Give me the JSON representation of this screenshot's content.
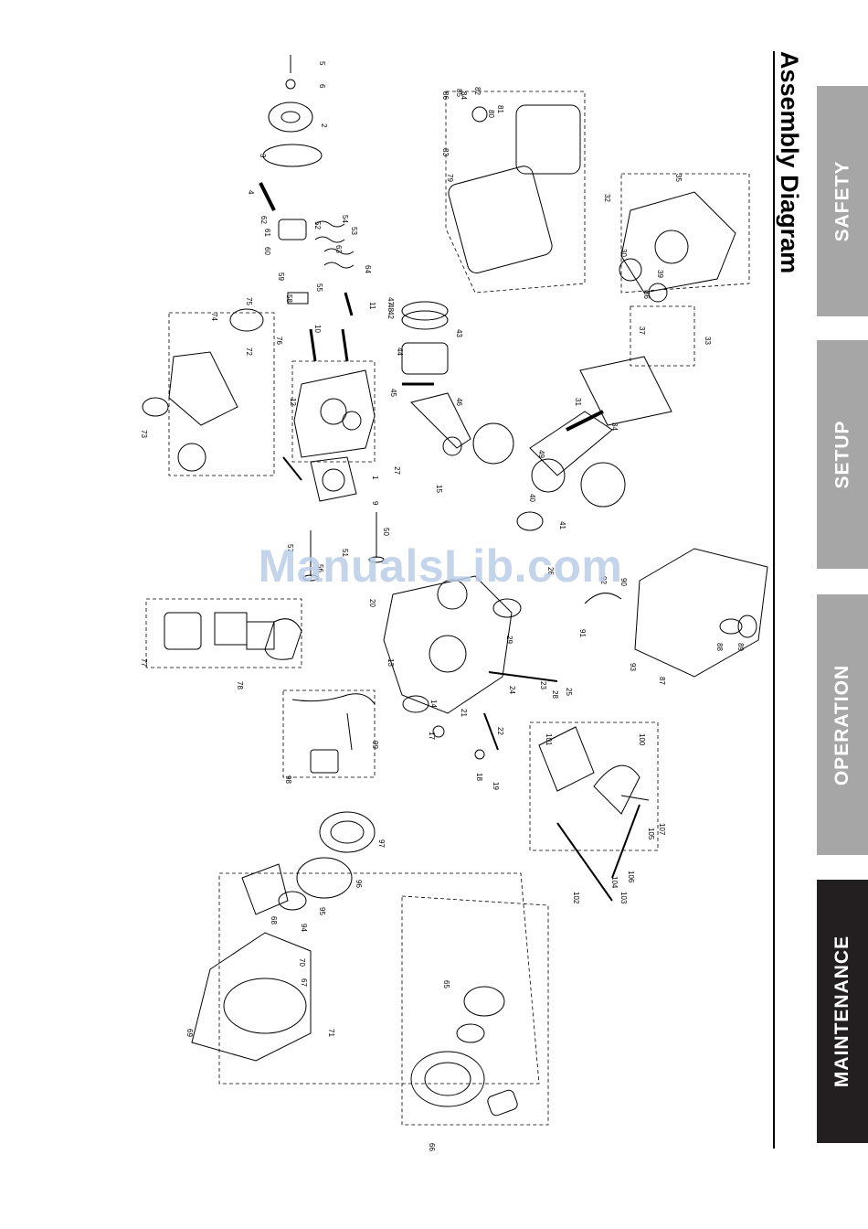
{
  "page": {
    "title": "Assembly Diagram",
    "watermark": "ManualsLib.com"
  },
  "tabs": [
    {
      "label": "SAFETY",
      "active": false
    },
    {
      "label": "SETUP",
      "active": false
    },
    {
      "label": "OPERATION",
      "active": false
    },
    {
      "label": "MAINTENANCE",
      "active": true
    }
  ],
  "colors": {
    "tab_inactive": "#a6a6a6",
    "tab_active": "#231f20",
    "watermark": "#b9cde8"
  },
  "diagram": {
    "part_numbers": [
      "1",
      "2",
      "3",
      "4",
      "5",
      "6",
      "9",
      "10",
      "11",
      "12",
      "13",
      "14",
      "15",
      "17",
      "18",
      "19",
      "20",
      "21",
      "22",
      "23",
      "24",
      "25",
      "26",
      "27",
      "28",
      "29",
      "30",
      "31",
      "32",
      "33",
      "34",
      "35",
      "36",
      "37",
      "39",
      "40",
      "41",
      "42",
      "43",
      "44",
      "45",
      "46",
      "47",
      "48",
      "49",
      "50",
      "51",
      "52",
      "53",
      "54",
      "55",
      "56",
      "57",
      "58",
      "59",
      "60",
      "61",
      "62",
      "63",
      "64",
      "65",
      "66",
      "67",
      "68",
      "69",
      "70",
      "71",
      "72",
      "73",
      "74",
      "75",
      "76",
      "77",
      "78",
      "79",
      "80",
      "81",
      "82",
      "83",
      "84",
      "85",
      "86",
      "87",
      "88",
      "89",
      "90",
      "91",
      "92",
      "93",
      "94",
      "95",
      "96",
      "97",
      "98",
      "99",
      "100",
      "101",
      "102",
      "103",
      "104",
      "105",
      "106",
      "107"
    ]
  }
}
